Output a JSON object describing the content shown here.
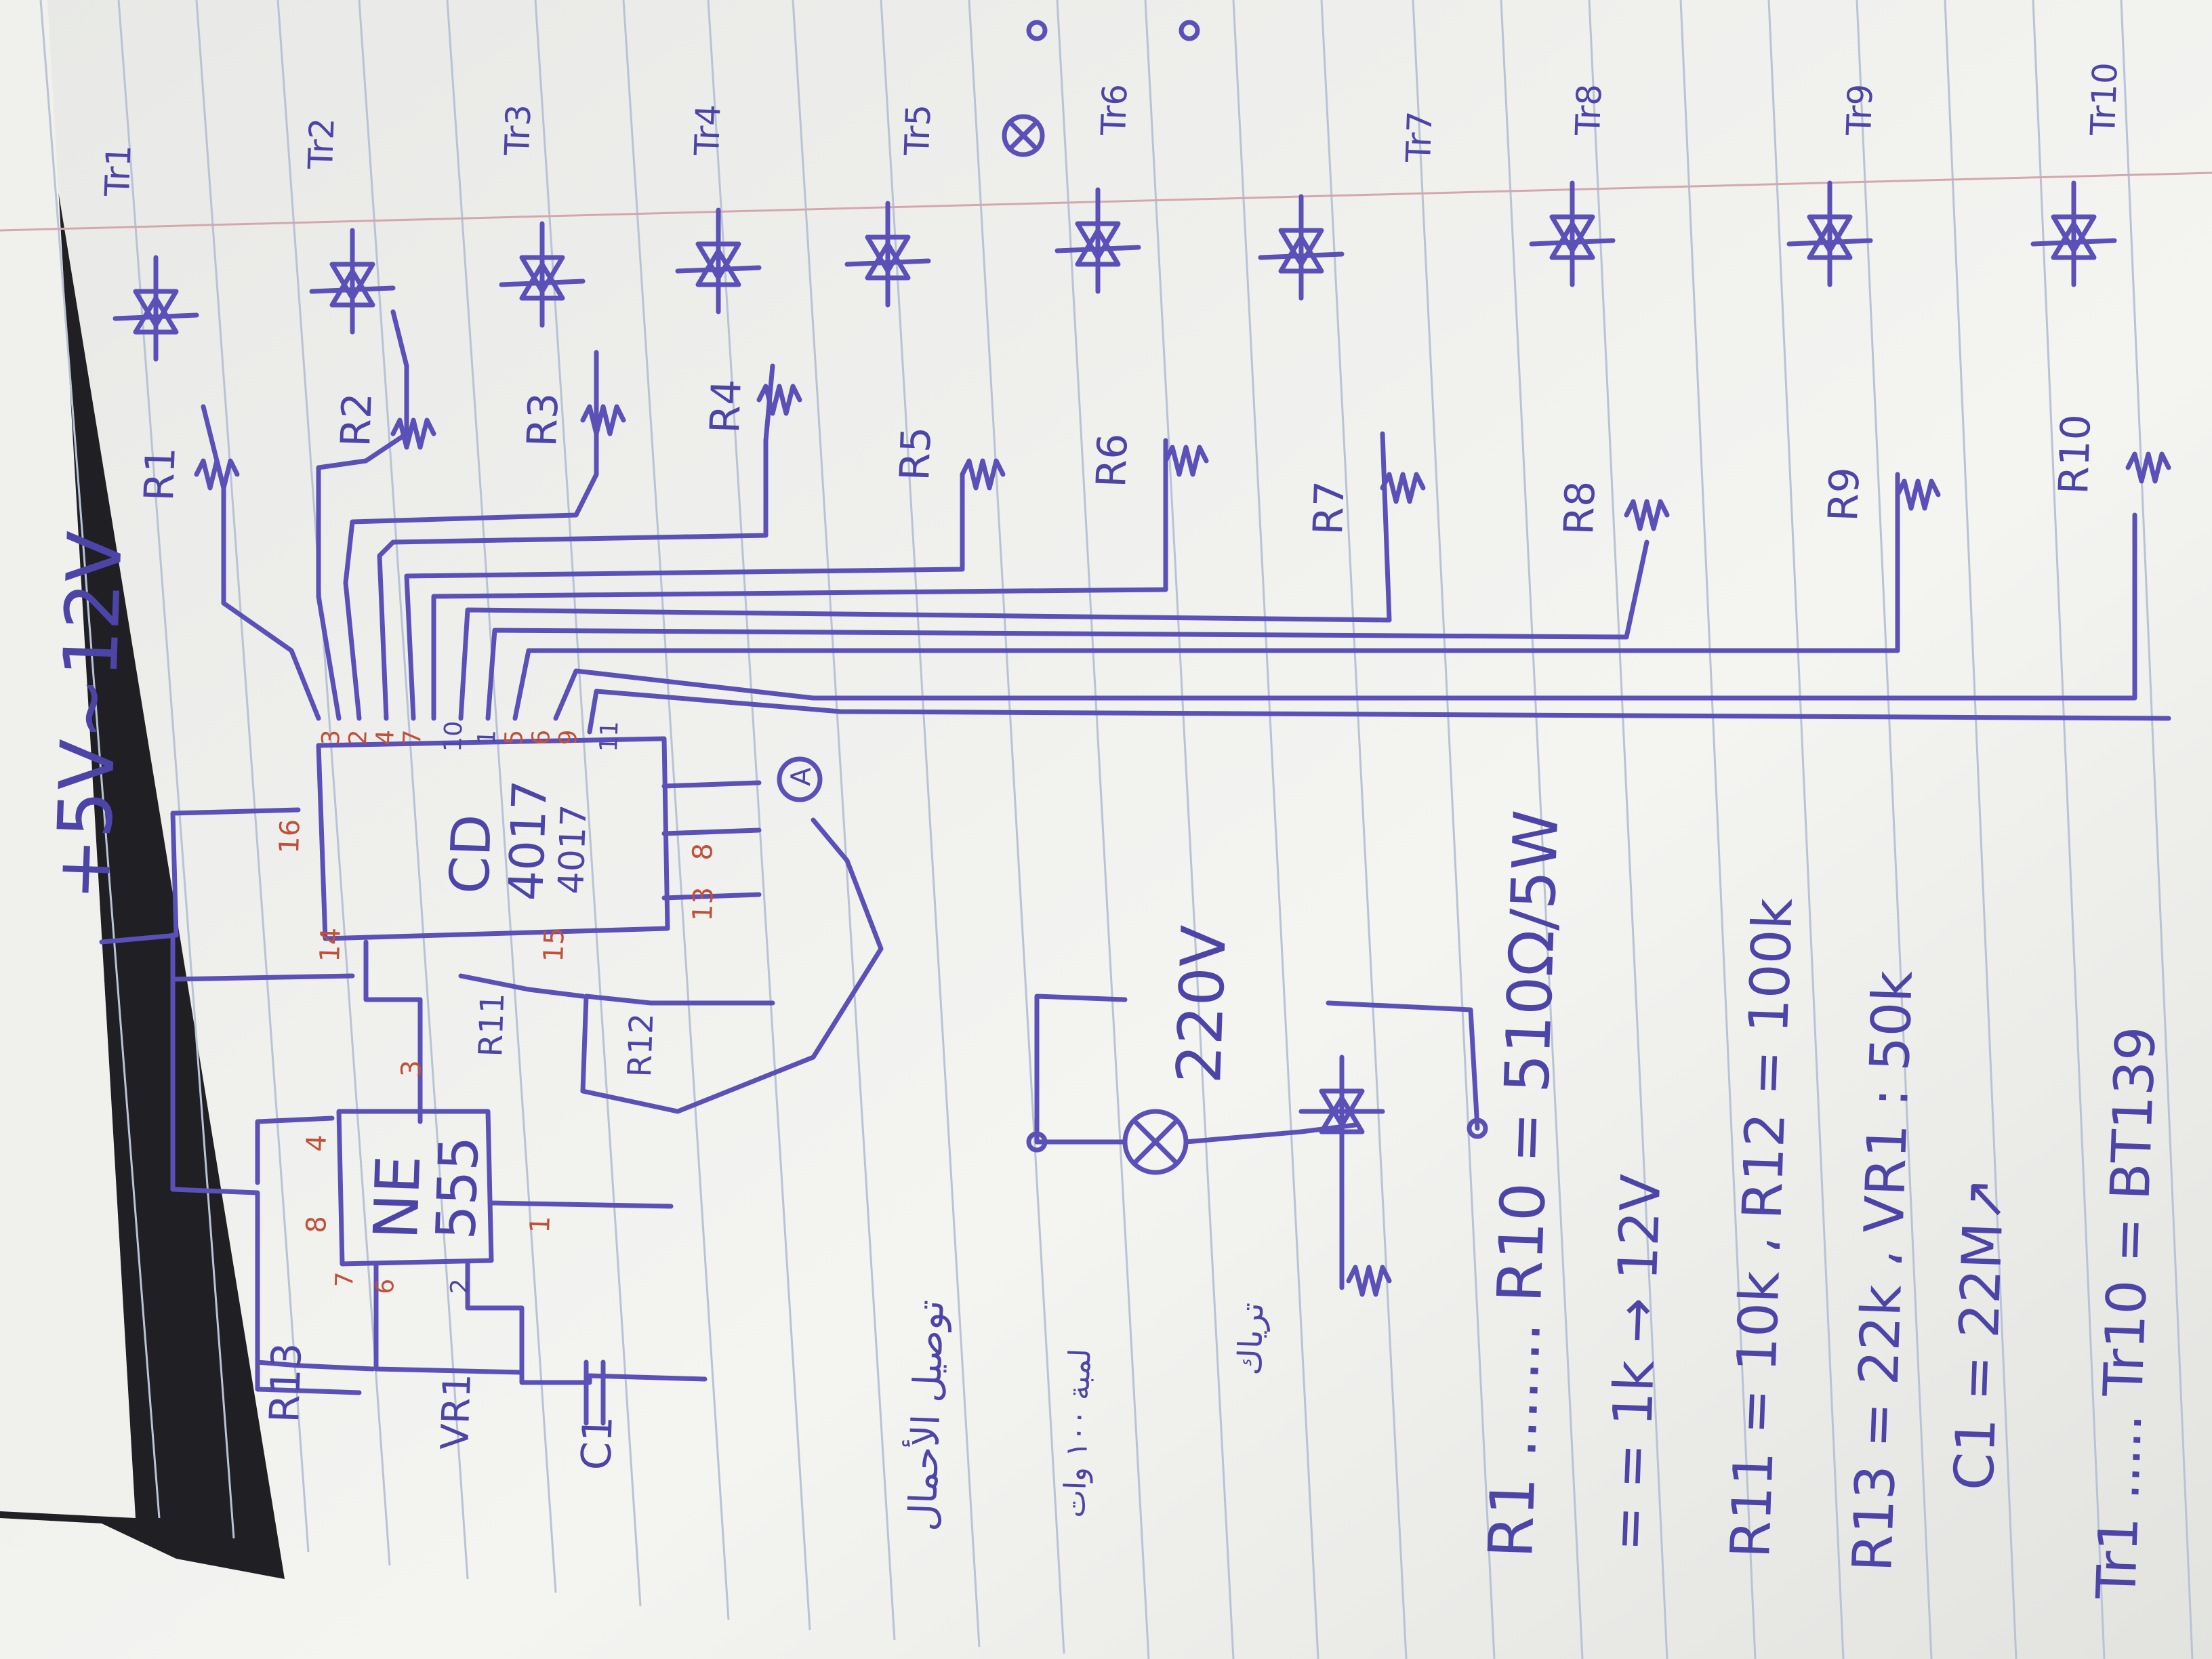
{
  "supply": {
    "label": "+5V~12V"
  },
  "ic_cd4017": {
    "name_top": "CD",
    "name_mid": "4017",
    "name_bot": "4017",
    "pin_numbers": [
      "3",
      "2",
      "4",
      "7",
      "10",
      "1",
      "5",
      "6",
      "9",
      "11",
      "16",
      "14",
      "15",
      "13",
      "8"
    ]
  },
  "ic_ne555": {
    "name_top": "NE",
    "name_bot": "555",
    "pin_numbers": [
      "4",
      "8",
      "7",
      "6",
      "2",
      "3",
      "1"
    ]
  },
  "components": {
    "r13": "R13",
    "vr1": "VR1",
    "c1": "C1",
    "r11": "R11",
    "r12": "R12",
    "resistors": [
      "R1",
      "R2",
      "R3",
      "R4",
      "R5",
      "R6",
      "R7",
      "R8",
      "R9",
      "R10"
    ],
    "triacs": [
      "Tr1",
      "Tr2",
      "Tr3",
      "Tr4",
      "Tr5",
      "Tr6",
      "Tr7",
      "Tr8",
      "Tr9",
      "Tr10"
    ],
    "led": "A",
    "mains": "220V"
  },
  "notes_ar": {
    "heading": "توصيل الأحمال",
    "lamp_note": "لمبة ١٠٠ وات",
    "triac_note": "ترياك"
  },
  "spec_lines": [
    "R1 ....... R10 = 510Ω/5W",
    "= = 1k → 12V",
    "R11 = 10k ، R12 = 100k",
    "R13 = 22k ، VR1 : 50k",
    "C1 = 22M↗",
    "Tr1 ..... Tr10 = BT139"
  ],
  "colors": {
    "ink": "#5a50b8",
    "pin_numbers": "#c0503a",
    "paper": "#f1f1ee",
    "rule_lines": "#b9c3d6",
    "margin_line": "#d4a7ad"
  }
}
